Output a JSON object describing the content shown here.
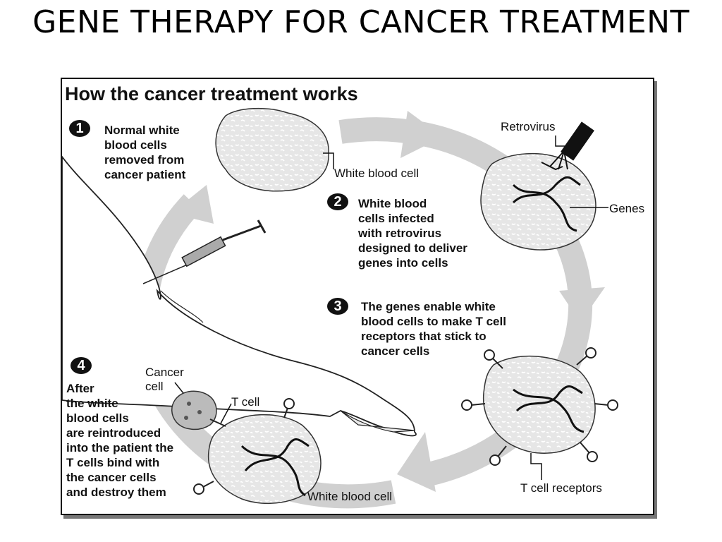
{
  "slide_title": "GENE THERAPY FOR CANCER TREATMENT",
  "panel": {
    "heading": "How the cancer treatment works",
    "steps": [
      {
        "number": "1",
        "lines": [
          "Normal white",
          "blood cells",
          "removed from",
          "cancer patient"
        ]
      },
      {
        "number": "2",
        "lines": [
          "White blood",
          "cells infected",
          "with retrovirus",
          "designed to deliver",
          "genes into cells"
        ]
      },
      {
        "number": "3",
        "lines": [
          "The genes enable white",
          "blood cells to make T cell",
          "receptors that stick to",
          "cancer cells"
        ]
      },
      {
        "number": "4",
        "lines": [
          "After",
          "the white",
          "blood cells",
          "are reintroduced",
          "into the patient the",
          "T cells bind with",
          "the cancer cells",
          "and destroy them"
        ]
      }
    ],
    "labels": {
      "white_blood_cell_top": "White blood cell",
      "retrovirus": "Retrovirus",
      "genes": "Genes",
      "t_cell_receptors": "T cell receptors",
      "white_blood_cell_bottom": "White blood cell",
      "cancer_cell": [
        "Cancer",
        "cell"
      ],
      "t_cell": "T cell"
    }
  }
}
